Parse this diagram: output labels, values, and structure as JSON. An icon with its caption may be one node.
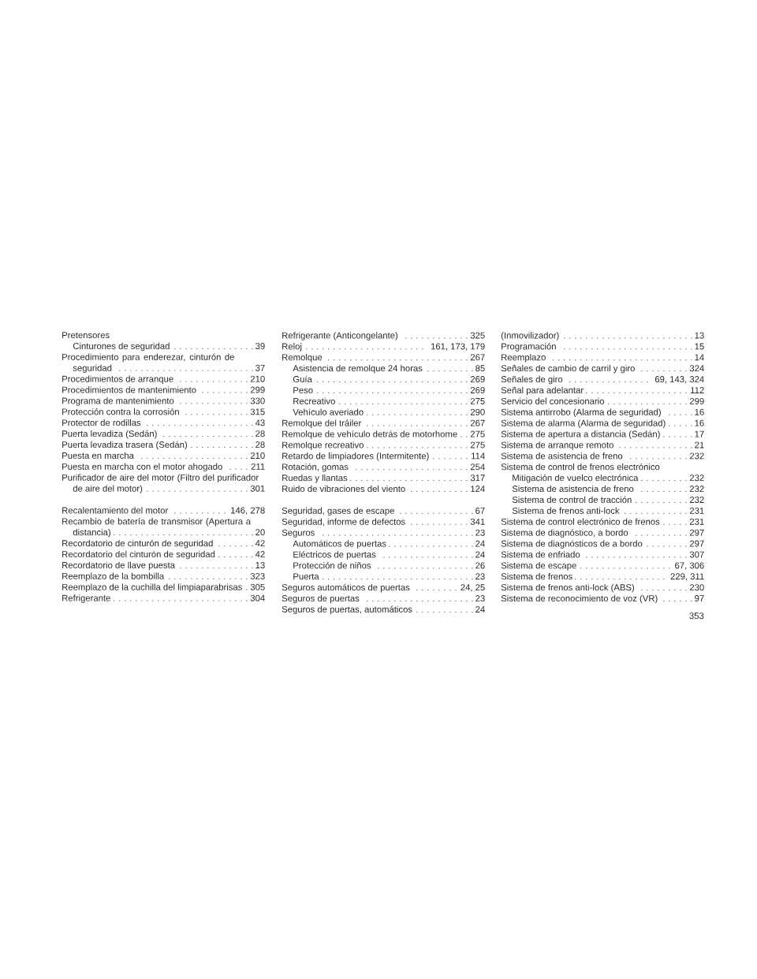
{
  "diagram": {
    "labels": [
      "Pretensores",
      "Cinturones de seguridad",
      "39",
      "Procedimiento para enderezar, cinturón de seguridad",
      "37",
      "Procedimientos de arranque",
      "210",
      "Procedimientos de mantenimiento",
      "299",
      "Programa de mantenimiento",
      "330",
      "Protección contra la corrosión",
      "315",
      "Protector de rodillas",
      "43",
      "Puerta levadiza (Sedán)",
      "28",
      "Puerta levadiza trasera (Sedán)",
      "28",
      "Puesta en marcha",
      "210",
      "Puesta en marcha con el motor ahogado",
      "211",
      "Purificador de aire del motor (Filtro del purificador de aire del motor)",
      "301",
      "Recalentamiento del motor",
      "146, 278",
      "Recambio de batería de transmisor (Apertura a distancia)",
      "20",
      "Recordatorio de cinturón de seguridad",
      "42",
      "Recordatorio del cinturón de seguridad",
      "42",
      "Recordatorio de llave puesta",
      "13",
      "Reemplazo de la bombilla",
      "323",
      "Reemplazo de la cuchilla del limpiaparabrisas",
      "305",
      "Refrigerante",
      "304",
      "Refrigerante (Anticongelante)",
      "325",
      "Reloj",
      "161, 173, 179",
      "Remolque",
      "267",
      "Asistencia de remolque 24 horas",
      "85",
      "Guía",
      "269",
      "Peso",
      "269",
      "Recreativo",
      "275",
      "Vehículo averiado",
      "290",
      "Remolque del tráiler",
      "267",
      "Remolque de vehículo detrás de motorhome",
      "275",
      "Remolque recreativo",
      "275",
      "Retardo de limpiadores (Intermitente)",
      "114",
      "Rotación, gomas",
      "254",
      "Ruedas y llantas",
      "317",
      "Ruido de vibraciones del viento",
      "124",
      "Seguridad, gases de escape",
      "67",
      "Seguridad, informe de defectos",
      "341",
      "Seguros",
      "23",
      "Automáticos de puertas",
      "24",
      "Eléctricos de puertas",
      "24",
      "Protección de niños",
      "26",
      "Puerta",
      "23",
      "Seguros automáticos de puertas",
      "24, 25",
      "Seguros de puertas",
      "23",
      "Seguros de puertas, automáticos",
      "24",
      "(Inmovilizador)",
      "13",
      "Programación",
      "15",
      "Reemplazo",
      "14",
      "Señales de cambio de carril y giro",
      "324",
      "Señales de giro",
      "69, 143, 324",
      "Señal para adelantar",
      "112",
      "Servicio del concesionario",
      "299",
      "Sistema antirrobo (Alarma de seguridad)",
      "16",
      "Sistema de alarma (Alarma de seguridad)",
      "16",
      "Sistema de apertura a distancia (Sedán)",
      "17",
      "Sistema de arranque remoto",
      "21",
      "Sistema de asistencia de freno",
      "232",
      "Sistema de control de frenos electrónico",
      "Mitigación de vuelco electrónica",
      "232",
      "Sistema de asistencia de freno",
      "232",
      "Sistema de control de tracción",
      "232",
      "Sistema de frenos anti-lock",
      "231",
      "Sistema de control electrónico de frenos",
      "231",
      "Sistema de diagnóstico, a bordo",
      "297",
      "Sistema de diagnósticos de a bordo",
      "297",
      "Sistema de enfriado",
      "307",
      "Sistema de escape",
      "67, 306",
      "Sistema de frenos",
      "229, 311",
      "Sistema de frenos anti-lock (ABS)",
      "230",
      "Sistema de reconocimiento de voz (VR)",
      "97",
      "353"
    ]
  }
}
